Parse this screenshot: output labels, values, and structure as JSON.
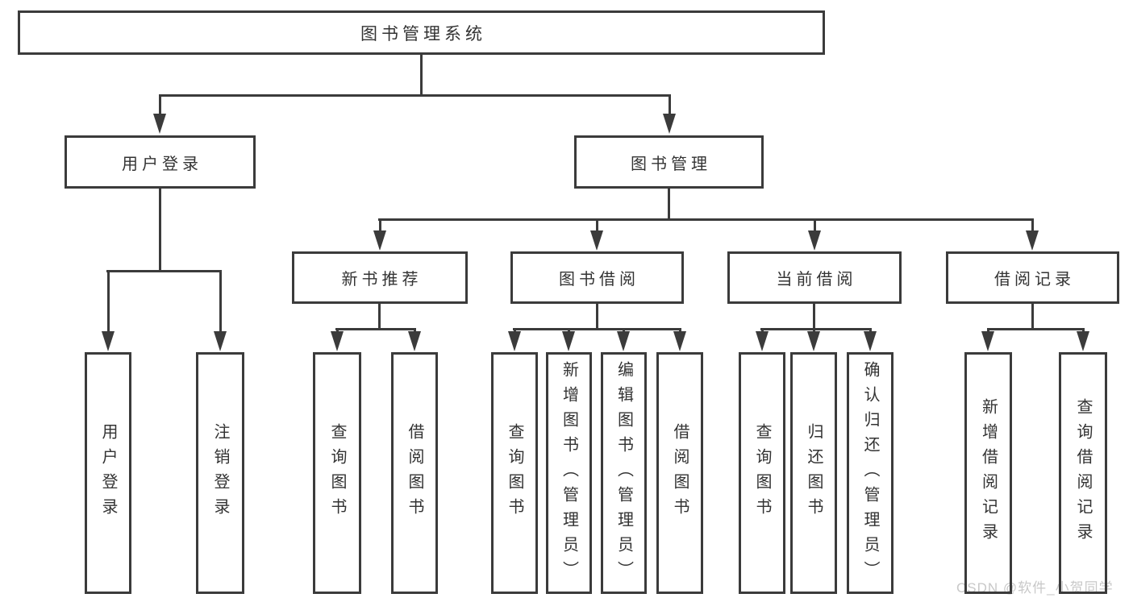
{
  "tree": {
    "label": "图书管理系统",
    "children": [
      {
        "label": "用户登录",
        "children": [
          {
            "label": "用户登录"
          },
          {
            "label": "注销登录"
          }
        ]
      },
      {
        "label": "图书管理",
        "children": [
          {
            "label": "新书推荐",
            "children": [
              {
                "label": "查询图书"
              },
              {
                "label": "借阅图书"
              }
            ]
          },
          {
            "label": "图书借阅",
            "children": [
              {
                "label": "查询图书"
              },
              {
                "label": "新增图书（管理员）"
              },
              {
                "label": "编辑图书（管理员）"
              },
              {
                "label": "借阅图书"
              }
            ]
          },
          {
            "label": "当前借阅",
            "children": [
              {
                "label": "查询图书"
              },
              {
                "label": "归还图书"
              },
              {
                "label": "确认归还（管理员）"
              }
            ]
          },
          {
            "label": "借阅记录",
            "children": [
              {
                "label": "新增借阅记录"
              },
              {
                "label": "查询借阅记录"
              }
            ]
          }
        ]
      }
    ]
  },
  "watermark": {
    "text": "CSDN @软件_小贺同学"
  },
  "colors": {
    "line": "#3b3b3b",
    "text": "#333333",
    "watermark": "#c8c8c8",
    "background": "#ffffff"
  }
}
